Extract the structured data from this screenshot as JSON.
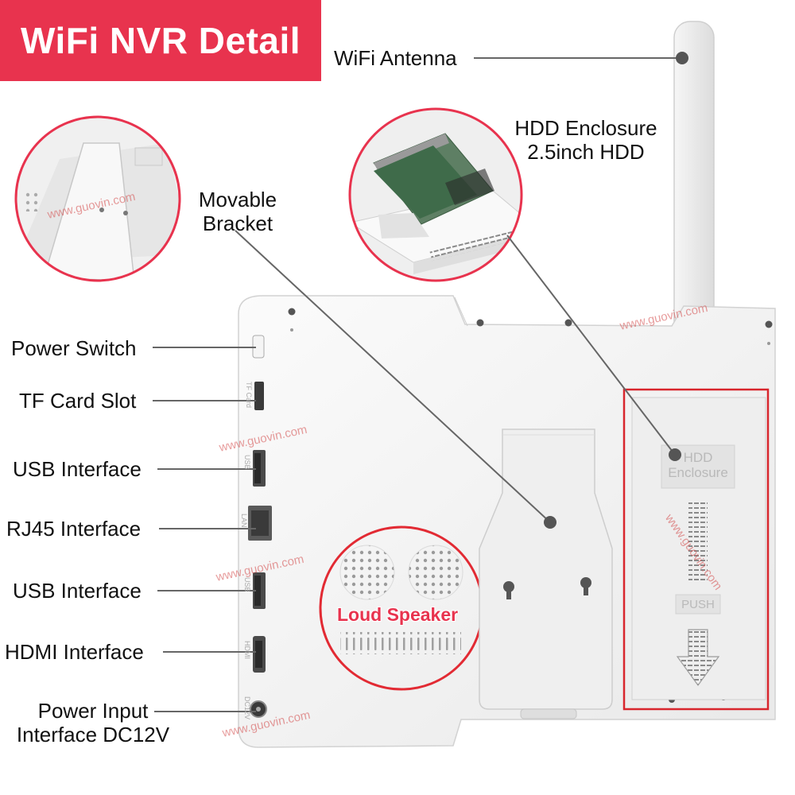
{
  "title": "WiFi NVR Detail",
  "watermark": "www.guovin.com",
  "callouts": {
    "wifi_antenna": "WiFi Antenna",
    "hdd_enclosure_line1": "HDD Enclosure",
    "hdd_enclosure_line2": "2.5inch HDD",
    "movable_bracket_line1": "Movable",
    "movable_bracket_line2": "Bracket",
    "power_switch": "Power Switch",
    "tf_card_slot": "TF Card Slot",
    "usb_interface_1": "USB Interface",
    "rj45_interface": "RJ45 Interface",
    "usb_interface_2": "USB Interface",
    "hdmi_interface": "HDMI Interface",
    "power_input_line1": "Power Input",
    "power_input_line2": "Interface DC12V",
    "loud_speaker": "Loud Speaker"
  },
  "device_markings": {
    "hdd_enclosure_1": "HDD",
    "hdd_enclosure_2": "Enclosure",
    "push": "PUSH",
    "tf_card": "TF Card",
    "usb_1": "USB",
    "lan": "LAN",
    "usb_2": "USB",
    "hdmi": "HDMI",
    "dc12v": "DC12V"
  },
  "colors": {
    "accent": "#e8334e",
    "highlight_box": "#d8262d",
    "device_body": "#f2f2f2",
    "leader_line": "#666666"
  }
}
